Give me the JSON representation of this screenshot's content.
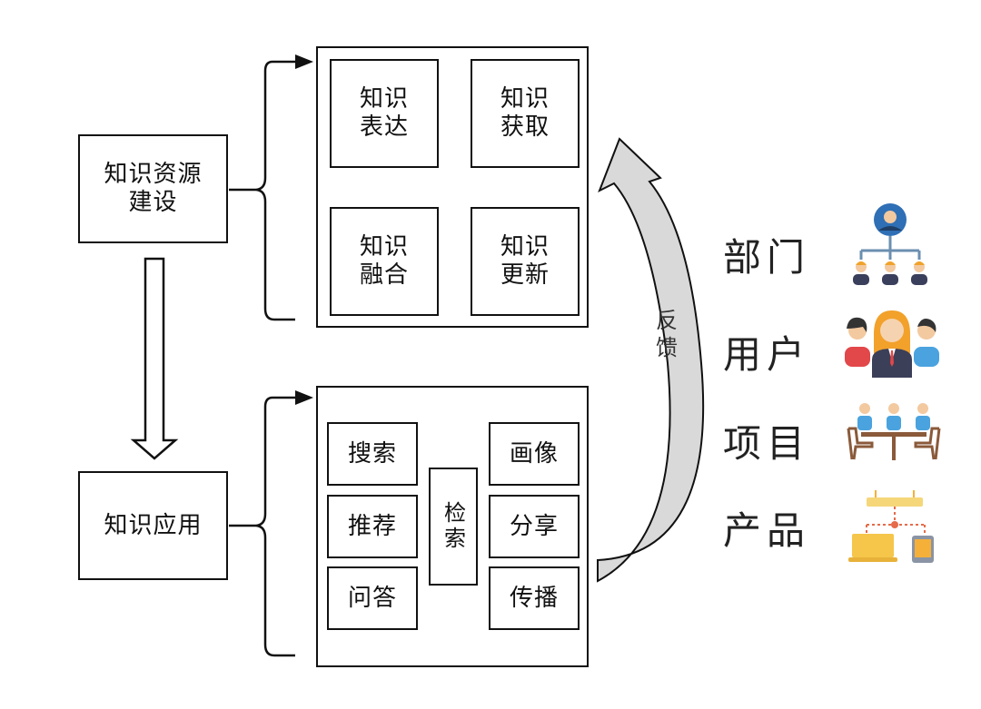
{
  "nodes": {
    "resource_build": "知识资源\n建设",
    "application": "知识应用"
  },
  "top_group": {
    "expression": "知识\n表达",
    "acquisition": "知识\n获取",
    "fusion": "知识\n融合",
    "update": "知识\n更新"
  },
  "bottom_group": {
    "search": "搜索",
    "recommend": "推荐",
    "qa": "问答",
    "retrieval": "检索",
    "portrait": "画像",
    "share": "分享",
    "spread": "传播"
  },
  "feedback": "反\n馈",
  "categories": [
    {
      "label": "部门",
      "icon": "org-chart-icon"
    },
    {
      "label": "用户",
      "icon": "users-group-icon"
    },
    {
      "label": "项目",
      "icon": "meeting-table-icon"
    },
    {
      "label": "产品",
      "icon": "devices-network-icon"
    }
  ]
}
